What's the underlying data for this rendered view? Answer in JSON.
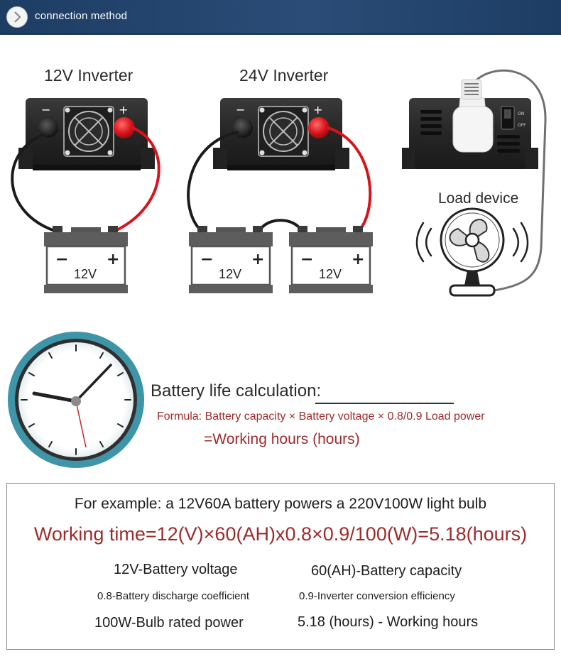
{
  "header": {
    "title": "connection method"
  },
  "diagram": {
    "inverter_12v_label": "12V Inverter",
    "inverter_24v_label": "24V Inverter",
    "load_device_label": "Load device",
    "battery_voltage_label": "12V",
    "minus_symbol": "−",
    "plus_symbol": "+",
    "switch_on_label": "ON",
    "switch_off_label": "OFF"
  },
  "calculation": {
    "title": "Battery life calculation:",
    "formula": "Formula: Battery capacity × Battery voltage × 0.8/0.9 Load power",
    "result": "=Working hours (hours)"
  },
  "example": {
    "heading": "For example: a 12V60A battery powers a 220V100W light bulb",
    "working_time": "Working time=12(V)×60(AH)x0.8×0.9/100(W)=5.18(hours)",
    "items": [
      "12V-Battery voltage",
      "60(AH)-Battery capacity",
      "0.8-Battery discharge coefficient",
      "0.9-Inverter conversion efficiency",
      "100W-Bulb rated power",
      "5.18 (hours) - Working hours"
    ]
  },
  "colors": {
    "header_bg": "#1d3d64",
    "accent_red": "#9e2b2b",
    "clock_ring": "#4aa6b8"
  }
}
